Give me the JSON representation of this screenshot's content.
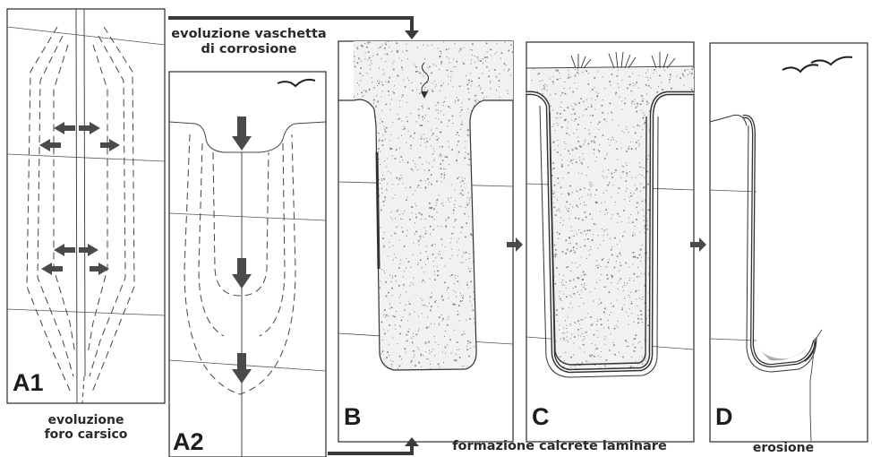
{
  "panels": {
    "a1": {
      "label": "A1",
      "caption_line1": "evoluzione",
      "caption_line2": "foro carsico"
    },
    "a2": {
      "label": "A2",
      "caption_line1": "evoluzione vaschetta",
      "caption_line2": "di corrosione"
    },
    "b": {
      "label": "B"
    },
    "c": {
      "label": "C"
    },
    "d": {
      "label": "D",
      "caption": "erosione"
    }
  },
  "bottom_caption": "formazione calcrete laminare",
  "colors": {
    "ink": "#3a3a3a",
    "arrow": "#4a4a4a",
    "sediment": "#888888"
  }
}
